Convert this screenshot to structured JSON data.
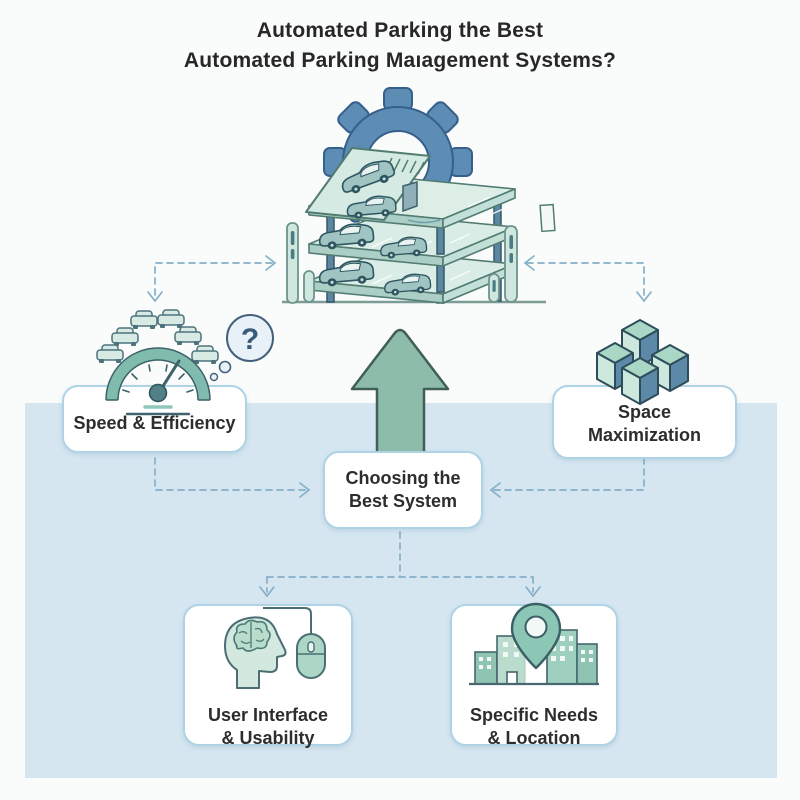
{
  "title": {
    "line1": "Automated Parking the Best",
    "line2": "Automated Parking Maıagement Systems?"
  },
  "nodes": {
    "speed": {
      "label": "Speed & Efficiency"
    },
    "space": {
      "line1": "Space",
      "line2": "Maximization"
    },
    "choosing": {
      "line1": "Choosing the",
      "line2": "Best System"
    },
    "ui": {
      "line1": "User Interface",
      "line2": "& Usability"
    },
    "needs": {
      "line1": "Specific Needs",
      "line2": "& Location"
    }
  },
  "bubble": {
    "question": "?"
  },
  "icons": {
    "center": "gear-with-parking-structure",
    "speed": [
      "traffic-cars",
      "speedometer",
      "question-thought-bubble"
    ],
    "space": "isometric-cubes",
    "choosing": "big-up-arrow",
    "ui": [
      "head-with-brain",
      "computer-mouse"
    ],
    "needs": [
      "city-buildings",
      "location-pin"
    ]
  },
  "colors": {
    "background": "#fafbfb",
    "panel_blue": "#d5e6f1",
    "gear_blue": "#5d8db5",
    "arrow_green": "#8dbcab",
    "icon_teal_light": "#cfe7df",
    "icon_teal_dark": "#4a7d83",
    "cube_side_blue": "#5d89a8",
    "box_border": "#aed3e4",
    "connector": "#85b0c9",
    "text_dark": "#272727"
  }
}
